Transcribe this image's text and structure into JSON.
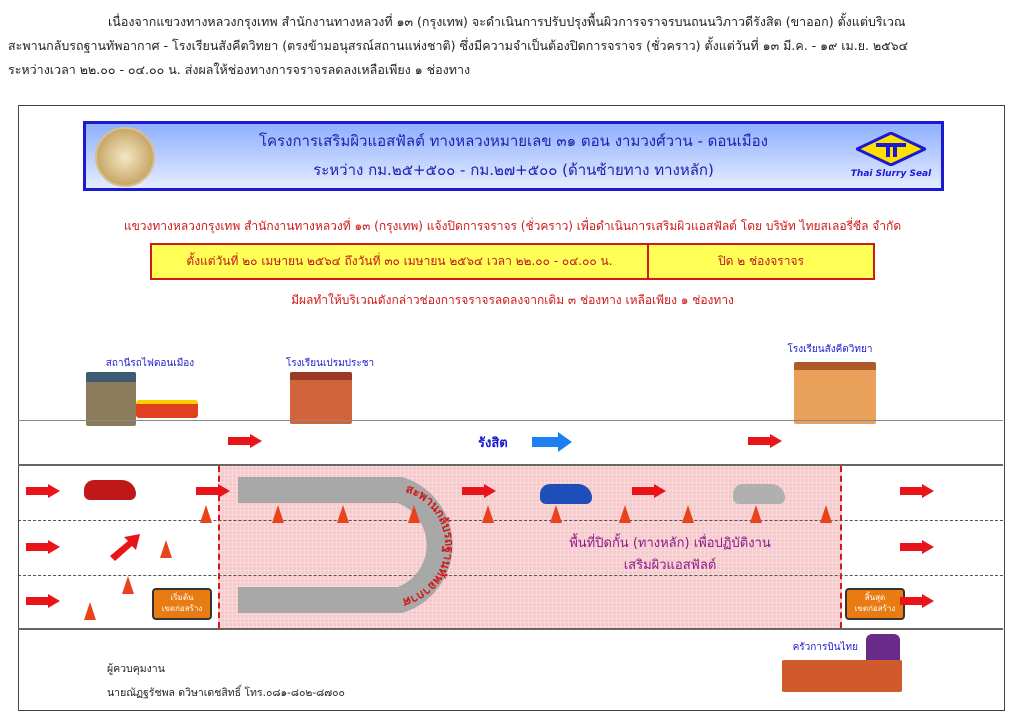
{
  "intro": {
    "line1": "เนื่องจากแขวงทางหลวงกรุงเทพ สำนักงานทางหลวงที่ ๑๓ (กรุงเทพ)  จะดำเนินการปรับปรุงพื้นผิวการจราจรบนถนนวิภาวดีรังสิต (ขาออก)  ตั้งแต่บริเวณ",
    "line2": "สะพานกลับรถฐานทัพอากาศ - โรงเรียนสังคีตวิทยา (ตรงข้ามอนุสรณ์สถานแห่งชาติ) ซึ่งมีความจำเป็นต้องปิดการจราจร (ชั่วคราว) ตั้งแต่วันที่ ๑๓ มี.ค. - ๑๙ เม.ย. ๒๕๖๔",
    "line3": "ระหว่างเวลา ๒๒.๐๐ - ๐๔.๐๐ น. ส่งผลให้ช่องทางการจราจรลดลงเหลือเพียง ๑ ช่องทาง"
  },
  "header": {
    "title1": "โครงการเสริมผิวแอสฟัลต์ ทางหลวงหมายเลข ๓๑ ตอน งามวงศ์วาน - ดอนเมือง",
    "title2": "ระหว่าง กม.๒๕+๕๐๐ - กม.๒๗+๕๐๐ (ด้านซ้ายทาง ทางหลัก)",
    "logo_text": "Thai Slurry Seal"
  },
  "notice": "แขวงทางหลวงกรุงเทพ สำนักงานทางหลวงที่ ๑๓ (กรุงเทพ)  แจ้งปิดการจราจร (ชั่วคราว)  เพื่อดำเนินการเสริมผิวแอสฟัลต์  โดย บริษัท ไทยสเลอรี่ซีล จำกัด",
  "schedule": "ตั้งแต่วันที่ ๒๐ เมษายน ๒๕๖๔  ถึงวันที่ ๓๐ เมษายน ๒๕๖๔  เวลา ๒๒.๐๐ - ๐๔.๐๐ น.",
  "closure": "ปิด  ๒  ช่องจราจร",
  "effect": "มีผลทำให้บริเวณดังกล่าวช่องการจราจรลดลงจากเดิม ๓ ช่องทาง เหลือเพียง ๑ ช่องทาง",
  "landmarks": {
    "station": "สถานีรถไฟดอนเมือง",
    "school1": "โรงเรียนเปรมประชา",
    "school2": "โรงเรียนสังคีตวิทยา",
    "catering": "ครัวการบินไทย"
  },
  "direction": "รังสิต",
  "bridge": "สะพานกลับรถฐานทัพอากาศ",
  "zone_text1": "พื้นที่ปิดกั้น (ทางหลัก) เพื่อปฏิบัติงาน",
  "zone_text2": "เสริมผิวแอสฟัลต์",
  "signs": {
    "start1": "เริ่มต้น",
    "start2": "เขตก่อสร้าง",
    "end1": "สิ้นสุด",
    "end2": "เขตก่อสร้าง"
  },
  "footer": {
    "role": "ผู้ควบคุมงาน",
    "name": "นายณัฏฐรัชพล  ดวิษาเดชสิทธิ์   โทร.๐๘๑-๘๐๒-๘๗๐๐"
  },
  "colors": {
    "red": "#d01a1a",
    "blue": "#1a1ad0",
    "zone": "#f6c9cc"
  }
}
